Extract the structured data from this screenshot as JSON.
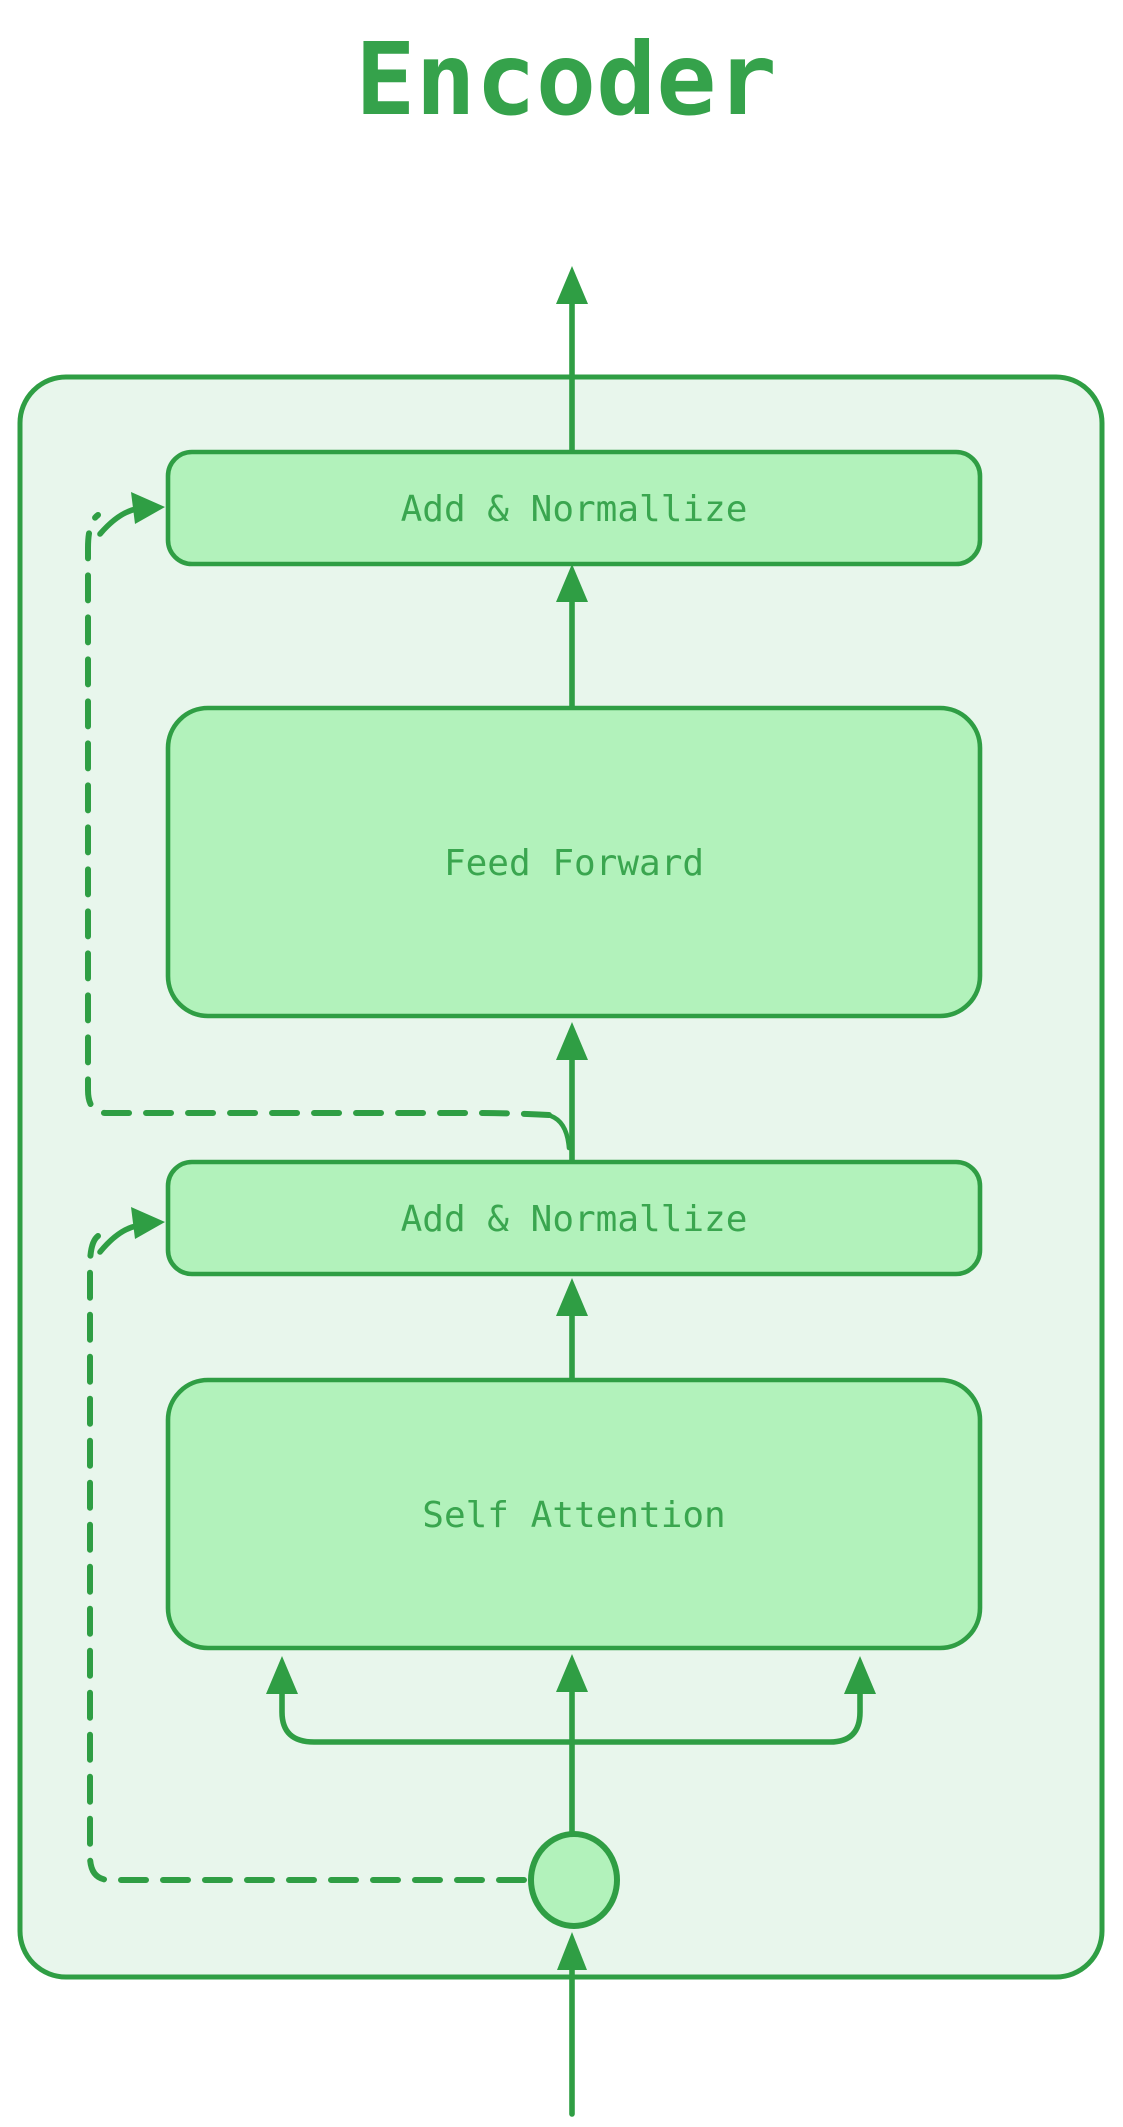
{
  "title": "Encoder",
  "nodes": {
    "add_normalize_top": {
      "label": "Add & Normallize"
    },
    "feed_forward": {
      "label": "Feed Forward"
    },
    "add_normalize_mid": {
      "label": "Add & Normallize"
    },
    "self_attention": {
      "label": "Self Attention"
    }
  },
  "colors": {
    "stroke": "#2f9e44",
    "box-fill": "#b2f2bb",
    "panel-fill": "#e8f6ec",
    "label-text": "#3aa64f",
    "title-text": "#35a24b",
    "background": "#ffffff"
  }
}
